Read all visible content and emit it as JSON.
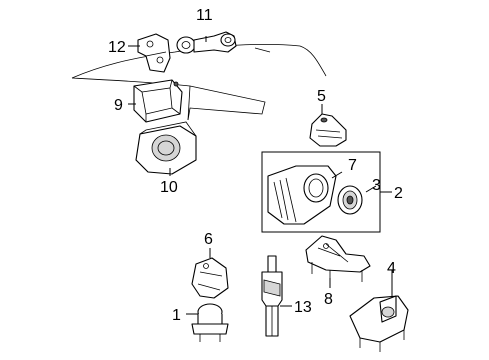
{
  "callouts": {
    "n1": "1",
    "n2": "2",
    "n3": "3",
    "n4": "4",
    "n5": "5",
    "n6": "6",
    "n7": "7",
    "n8": "8",
    "n9": "9",
    "n10": "10",
    "n11": "11",
    "n12": "12",
    "n13": "13"
  }
}
